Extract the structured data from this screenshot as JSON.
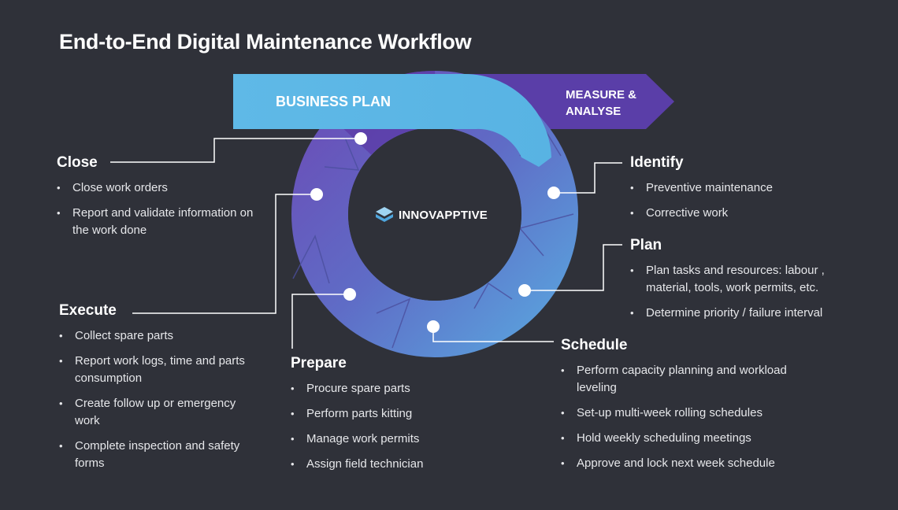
{
  "title": "End-to-End Digital Maintenance Workflow",
  "banner": {
    "business_plan": "BUSINESS PLAN",
    "measure_line1": "MEASURE &",
    "measure_line2": "ANALYSE"
  },
  "logo": {
    "text": "INNOVAPPTIVE",
    "icon": "innovapptive-logo-icon"
  },
  "stages": {
    "close": {
      "title": "Close",
      "items": [
        "Close work orders",
        "Report and validate information on the work done"
      ]
    },
    "identify": {
      "title": "Identify",
      "items": [
        "Preventive maintenance",
        "Corrective work"
      ]
    },
    "plan": {
      "title": "Plan",
      "items": [
        "Plan tasks and resources: labour , material, tools, work permits, etc.",
        "Determine priority / failure interval"
      ]
    },
    "execute": {
      "title": "Execute",
      "items": [
        "Collect spare parts",
        "Report work logs, time and parts consumption",
        "Create follow up or emergency work",
        "Complete inspection and safety forms"
      ]
    },
    "prepare": {
      "title": "Prepare",
      "items": [
        "Procure spare parts",
        "Perform parts kitting",
        "Manage work permits",
        "Assign field technician"
      ]
    },
    "schedule": {
      "title": "Schedule",
      "items": [
        "Perform capacity planning and workload leveling",
        "Set-up multi-week rolling schedules",
        "Hold weekly scheduling meetings",
        "Approve and lock next week schedule"
      ]
    }
  },
  "colors": {
    "background": "#2f3139",
    "business_plan": "#5fb8e6",
    "measure": "#5a3ea8",
    "ring_purple": "#6a56ba",
    "ring_blue": "#5e95d6"
  }
}
